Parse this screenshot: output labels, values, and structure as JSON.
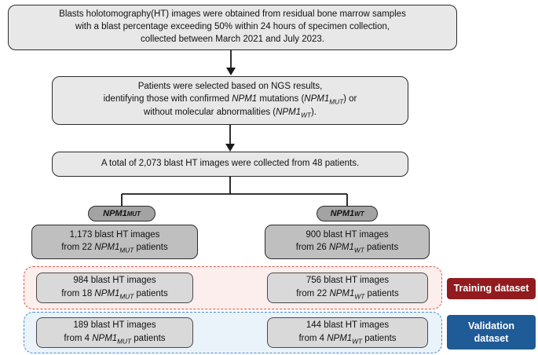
{
  "flow": {
    "box1": {
      "line1": "Blasts holotomography(HT) images were obtained from residual bone marrow samples",
      "line2": "with a blast percentage exceeding 50% within 24 hours of specimen collection,",
      "line3": "collected between March 2021 and July 2023."
    },
    "box2": {
      "line1": "Patients were selected based on NGS results,",
      "line2": {
        "t1": "identifying those with confirmed ",
        "gene1": "NPM1",
        "t2": " mutations (",
        "gene2": "NPM1",
        "sub": "MUT",
        "t3": ") or"
      },
      "line3": {
        "t1": "without molecular abnormalities (",
        "gene": "NPM1",
        "sub": "WT",
        "t2": ")."
      }
    },
    "box3": {
      "line1": "A total of 2,073 blast HT images were collected from 48 patients."
    }
  },
  "branches": {
    "mut": {
      "badge": {
        "gene": "NPM1",
        "sub": "MUT"
      },
      "total": {
        "line1": "1,173 blast HT images",
        "line2": {
          "pre": "from 22 ",
          "gene": "NPM1",
          "sub": "MUT",
          "post": " patients"
        }
      },
      "training": {
        "line1": "984 blast HT images",
        "line2": {
          "pre": "from 18 ",
          "gene": "NPM1",
          "sub": "MUT",
          "post": " patients"
        }
      },
      "validation": {
        "line1": "189 blast HT images",
        "line2": {
          "pre": "from 4 ",
          "gene": "NPM1",
          "sub": "MUT",
          "post": " patients"
        }
      }
    },
    "wt": {
      "badge": {
        "gene": "NPM1",
        "sub": "WT"
      },
      "total": {
        "line1": "900 blast HT images",
        "line2": {
          "pre": "from 26 ",
          "gene": "NPM1",
          "sub": "WT",
          "post": " patients"
        }
      },
      "training": {
        "line1": "756 blast HT images",
        "line2": {
          "pre": "from 22 ",
          "gene": "NPM1",
          "sub": "WT",
          "post": " patients"
        }
      },
      "validation": {
        "line1": "144 blast HT images",
        "line2": {
          "pre": "from 4 ",
          "gene": "NPM1",
          "sub": "WT",
          "post": " patients"
        }
      }
    }
  },
  "labels": {
    "training": "Training dataset",
    "validation": {
      "line1": "Validation",
      "line2": "dataset"
    }
  },
  "colors": {
    "box_light": "#e8e8e8",
    "box_medium": "#bfbfbf",
    "box_inner": "#d9d9d9",
    "badge_fill": "#a3a3a3",
    "training_fill": "#fbeeec",
    "training_border": "#e2594f",
    "training_label_bg": "#911b1e",
    "validation_fill": "#eaf2fa",
    "validation_border": "#4a8ccc",
    "validation_label_bg": "#1e5b97",
    "line_color": "#1a1a1a"
  }
}
